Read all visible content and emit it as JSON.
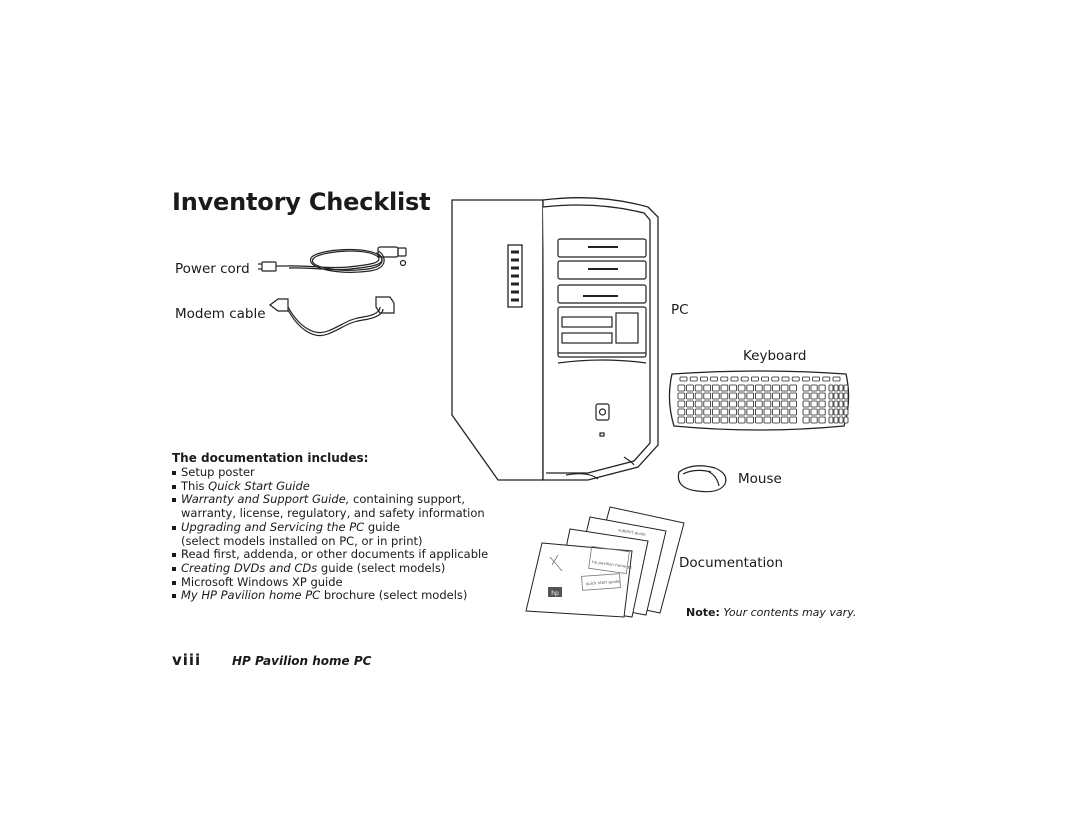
{
  "page": {
    "title": "Inventory Checklist",
    "items": {
      "power_cord": "Power cord",
      "modem_cable": "Modem cable",
      "pc": "PC",
      "keyboard": "Keyboard",
      "mouse": "Mouse",
      "documentation": "Documentation"
    },
    "documentation": {
      "heading": "The documentation includes:",
      "list": [
        {
          "pre": "Setup poster",
          "em": "",
          "post": "",
          "cont": ""
        },
        {
          "pre": "This ",
          "em": "Quick Start Guide",
          "post": "",
          "cont": ""
        },
        {
          "pre": "",
          "em": "Warranty and Support Guide,",
          "post": " containing support,",
          "cont": "warranty, license, regulatory, and safety information"
        },
        {
          "pre": "",
          "em": "Upgrading and Servicing the PC",
          "post": " guide",
          "cont": "(select models installed on PC, or in print)"
        },
        {
          "pre": "Read first, addenda, or other documents if applicable",
          "em": "",
          "post": "",
          "cont": ""
        },
        {
          "pre": "",
          "em": "Creating DVDs and CDs",
          "post": " guide (select models)",
          "cont": ""
        },
        {
          "pre": "Microsoft Windows XP guide",
          "em": "",
          "post": "",
          "cont": ""
        },
        {
          "pre": "",
          "em": "My HP Pavilion home PC",
          "post": " brochure (select models)",
          "cont": ""
        }
      ]
    },
    "note": {
      "label": "Note:",
      "text": "Your contents may vary."
    },
    "doc_images": {
      "booklet1": "support guide",
      "booklet2": "hp pavilion home pc",
      "booklet3": "quick start guide",
      "logo": "hp"
    },
    "footer": {
      "page_number": "viii",
      "title": "HP Pavilion home PC"
    }
  }
}
